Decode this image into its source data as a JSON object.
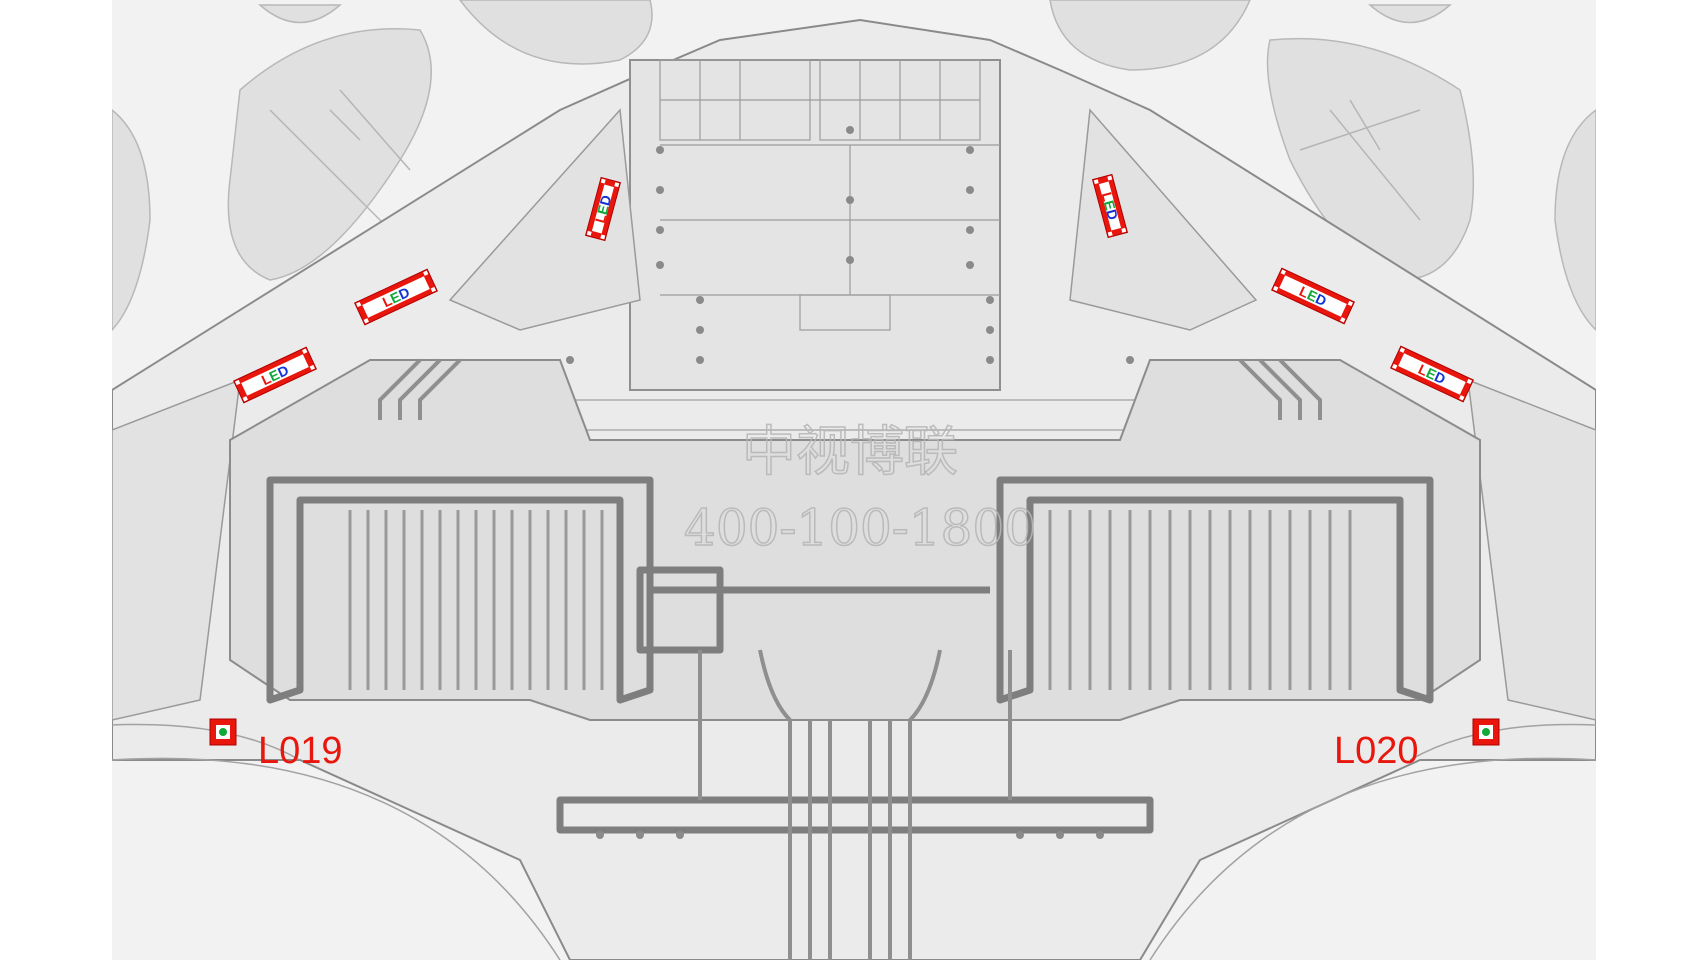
{
  "labels": {
    "left_location": "L019",
    "right_location": "L020"
  },
  "led_marker_text": "LED",
  "watermark": {
    "line1": "中视博联",
    "line2": "400-100-1800"
  },
  "colors": {
    "background": "#ffffff",
    "floor_fill": "#e6e6e6",
    "wall_stroke": "#9a9a9a",
    "conveyor_stroke": "#8c8c8c",
    "label_red": "#e8160c",
    "led_red": "#e8160c",
    "led_green": "#11a83a",
    "led_blue": "#1432d6"
  }
}
